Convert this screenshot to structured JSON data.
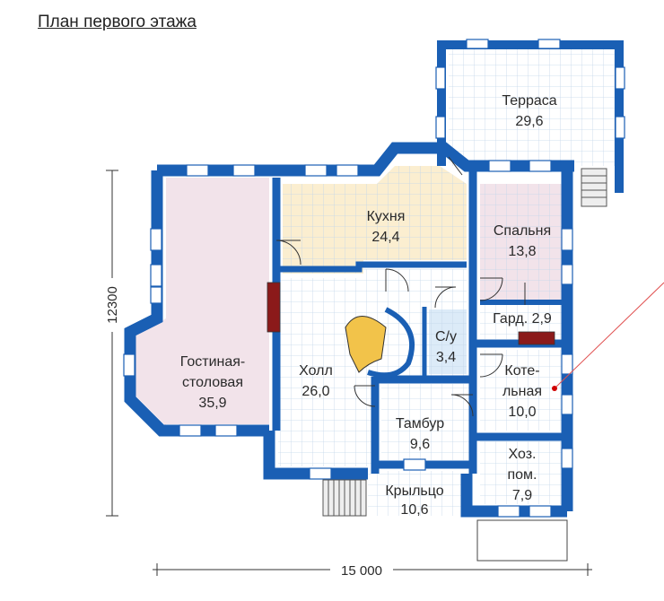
{
  "title": "План первого этажа",
  "rooms": {
    "terrace": {
      "name": "Терраса",
      "area": "29,6"
    },
    "kitchen": {
      "name": "Кухня",
      "area": "24,4"
    },
    "bedroom": {
      "name": "Спальня",
      "area": "13,8"
    },
    "wardrobe": {
      "name": "Гард. 2,9"
    },
    "wc": {
      "name": "С/у",
      "area": "3,4"
    },
    "living": {
      "name1": "Гостиная-",
      "name2": "столовая",
      "area": "35,9"
    },
    "hall": {
      "name": "Холл",
      "area": "26,0"
    },
    "boiler": {
      "name1": "Коте-",
      "name2": "льная",
      "area": "10,0"
    },
    "vestibule": {
      "name": "Тамбур",
      "area": "9,6"
    },
    "utility": {
      "name1": "Хоз.",
      "name2": "пом.",
      "area": "7,9"
    },
    "porch": {
      "name": "Крыльцо",
      "area": "10,6"
    }
  },
  "dimensions": {
    "width": "15 000",
    "height": "12300"
  },
  "colors": {
    "wall": "#1a5fb4",
    "grid": "#bcd3ea",
    "kitchen": "#fbeed0",
    "living": "#f2e3ea",
    "bedroom": "#f2e3ea",
    "floor": "#ffffff",
    "wc": "#dcebf8",
    "stairs": "#f2c34a"
  }
}
